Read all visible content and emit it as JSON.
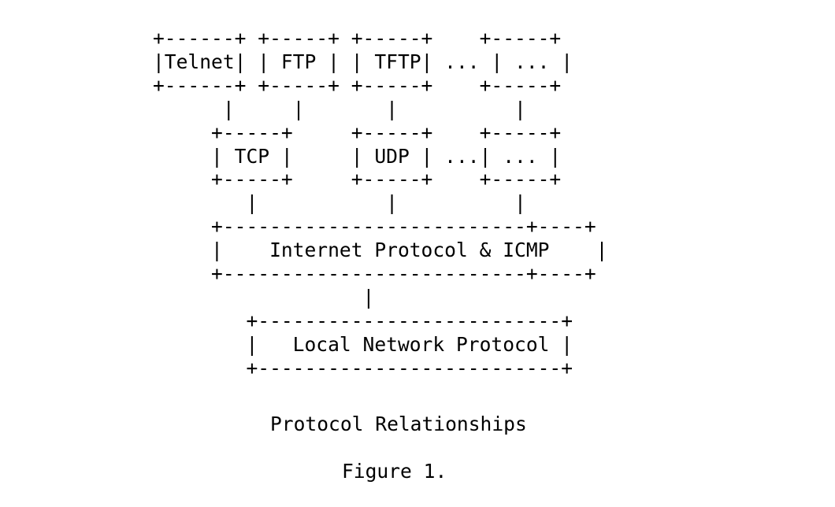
{
  "document": {
    "kind": "ascii-art-diagram",
    "background_color": "#ffffff",
    "text_color": "#000000"
  },
  "figure": {
    "caption": "Protocol Relationships",
    "number": "Figure 1.",
    "ellipsis": "...",
    "layers": [
      {
        "name": "application-layer",
        "boxes": [
          {
            "label": "Telnet",
            "boxed": true
          },
          {
            "label": "FTP",
            "boxed": true
          },
          {
            "label": "TFTP",
            "boxed": true
          },
          {
            "label": "...",
            "boxed": false
          },
          {
            "label": "...",
            "boxed": true
          }
        ]
      },
      {
        "name": "transport-layer",
        "boxes": [
          {
            "label": "TCP",
            "boxed": true
          },
          {
            "label": "UDP",
            "boxed": true
          },
          {
            "label": "...",
            "boxed": false
          },
          {
            "label": "...",
            "boxed": true
          }
        ]
      },
      {
        "name": "internet-layer",
        "boxes": [
          {
            "label": "Internet Protocol & ICMP",
            "boxed": true
          }
        ]
      },
      {
        "name": "link-layer",
        "boxes": [
          {
            "label": "Local Network Protocol",
            "boxed": true
          }
        ]
      }
    ],
    "ascii": "+------+ +-----+ +-----+    +-----+\n|Telnet| | FTP | | TFTP| ... | ... |\n+------+ +-----+ +-----+    +-----+\n      |     |       |          |\n     +-----+     +-----+    +-----+\n     | TCP |     | UDP | ...| ... |\n     +-----+     +-----+    +-----+\n        |           |          |\n     +--------------------------+----+\n     |    Internet Protocol & ICMP    |\n     +--------------------------+----+\n                  |\n        +--------------------------+\n        |   Local Network Protocol |\n        +--------------------------+"
  }
}
